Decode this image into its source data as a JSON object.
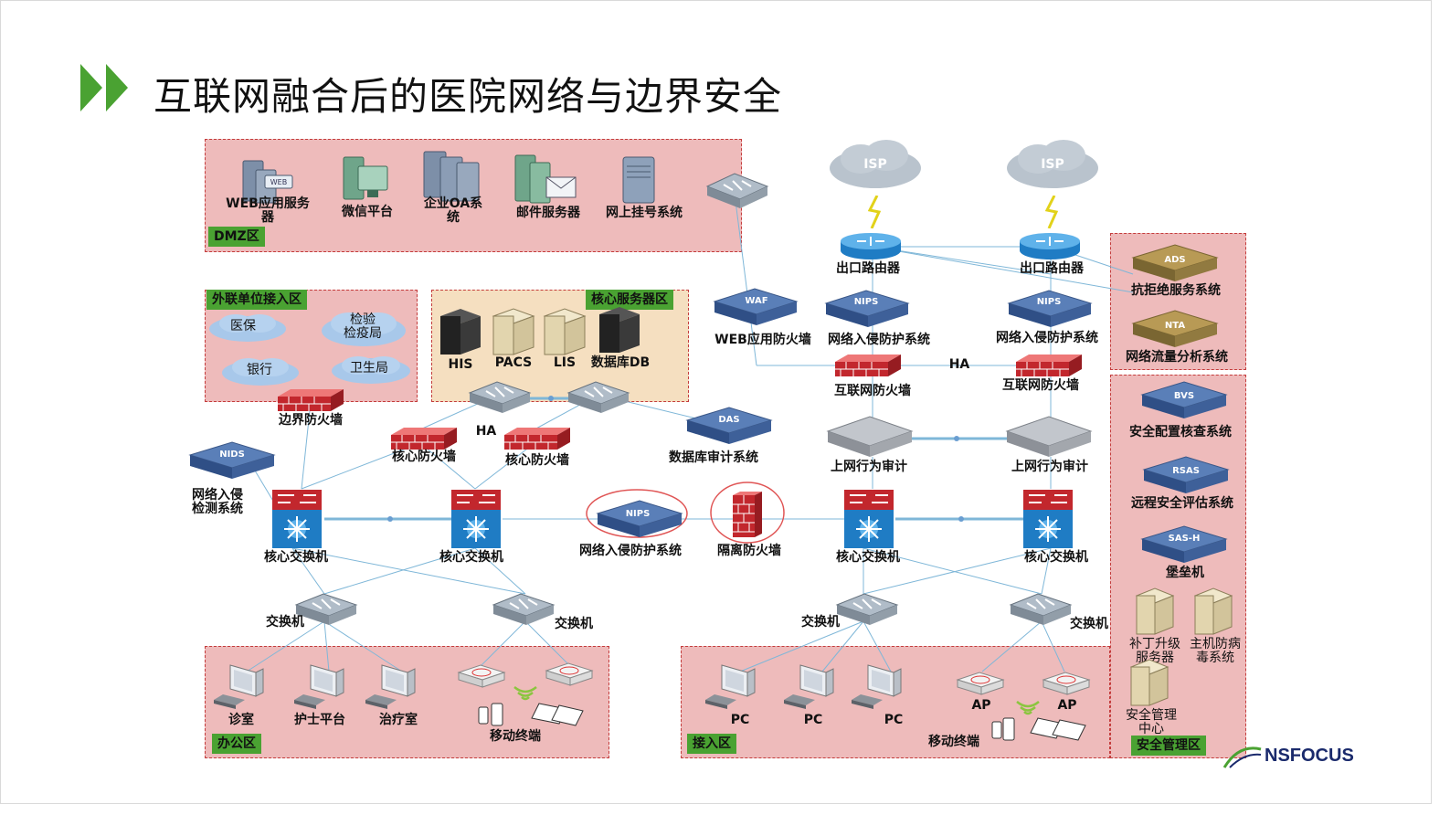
{
  "page_title": "互联网融合后的医院网络与边界安全",
  "zones": {
    "dmz": "DMZ区",
    "external": "外联单位接入区",
    "core_server": "核心服务器区",
    "office": "办公区",
    "access": "接入区",
    "security_mgmt": "安全管理区"
  },
  "labels": {
    "web_server": "WEB应用服务\n器",
    "wechat": "微信平台",
    "oa": "企业OA系\n统",
    "mail": "邮件服务器",
    "registration": "网上挂号系统",
    "isp": "ISP",
    "exit_router": "出口路由器",
    "waf_device": "WAF",
    "waf": "WEB应用防火墙",
    "nips_device": "NIPS",
    "nips": "网络入侵防护系统",
    "ha": "HA",
    "internet_fw": "互联网防火墙",
    "internet_audit": "上网行为审计",
    "ads_device": "ADS",
    "ads": "抗拒绝服务系统",
    "nta_device": "NTA",
    "nta": "网络流量分析系统",
    "bvs_device": "BVS",
    "bvs": "安全配置核查系统",
    "rsas_device": "RSAS",
    "rsas": "远程安全评估系统",
    "sas_device": "SAS-H",
    "bastion": "堡垒机",
    "patch_server": "补丁升级\n服务器",
    "antivirus": "主机防病\n毒系统",
    "sec_center": "安全管理\n中心",
    "yibao": "医保",
    "jianyan": "检验\n检疫局",
    "bank": "银行",
    "weisheng": "卫生局",
    "his": "HIS",
    "pacs": "PACS",
    "lis": "LIS",
    "db": "数据库DB",
    "border_fw": "边界防火墙",
    "core_fw": "核心防火墙",
    "das_device": "DAS",
    "db_audit": "数据库审计系统",
    "nids_device": "NIDS",
    "nids": "网络入侵\n检测系统",
    "core_switch": "核心交换机",
    "isolation_fw": "隔离防火墙",
    "switch": "交换机",
    "clinic": "诊室",
    "nurse": "护士平台",
    "treatment": "治疗室",
    "mobile": "移动终端",
    "pc": "PC",
    "ap": "AP"
  },
  "brand": "NSFOCUS",
  "colors": {
    "accent_green": "#4aa232",
    "zone_pink": "#eebbbb",
    "zone_tan": "#f5dfc0",
    "zone_border": "#c43c3c",
    "link_blue": "#7fb7d8"
  }
}
